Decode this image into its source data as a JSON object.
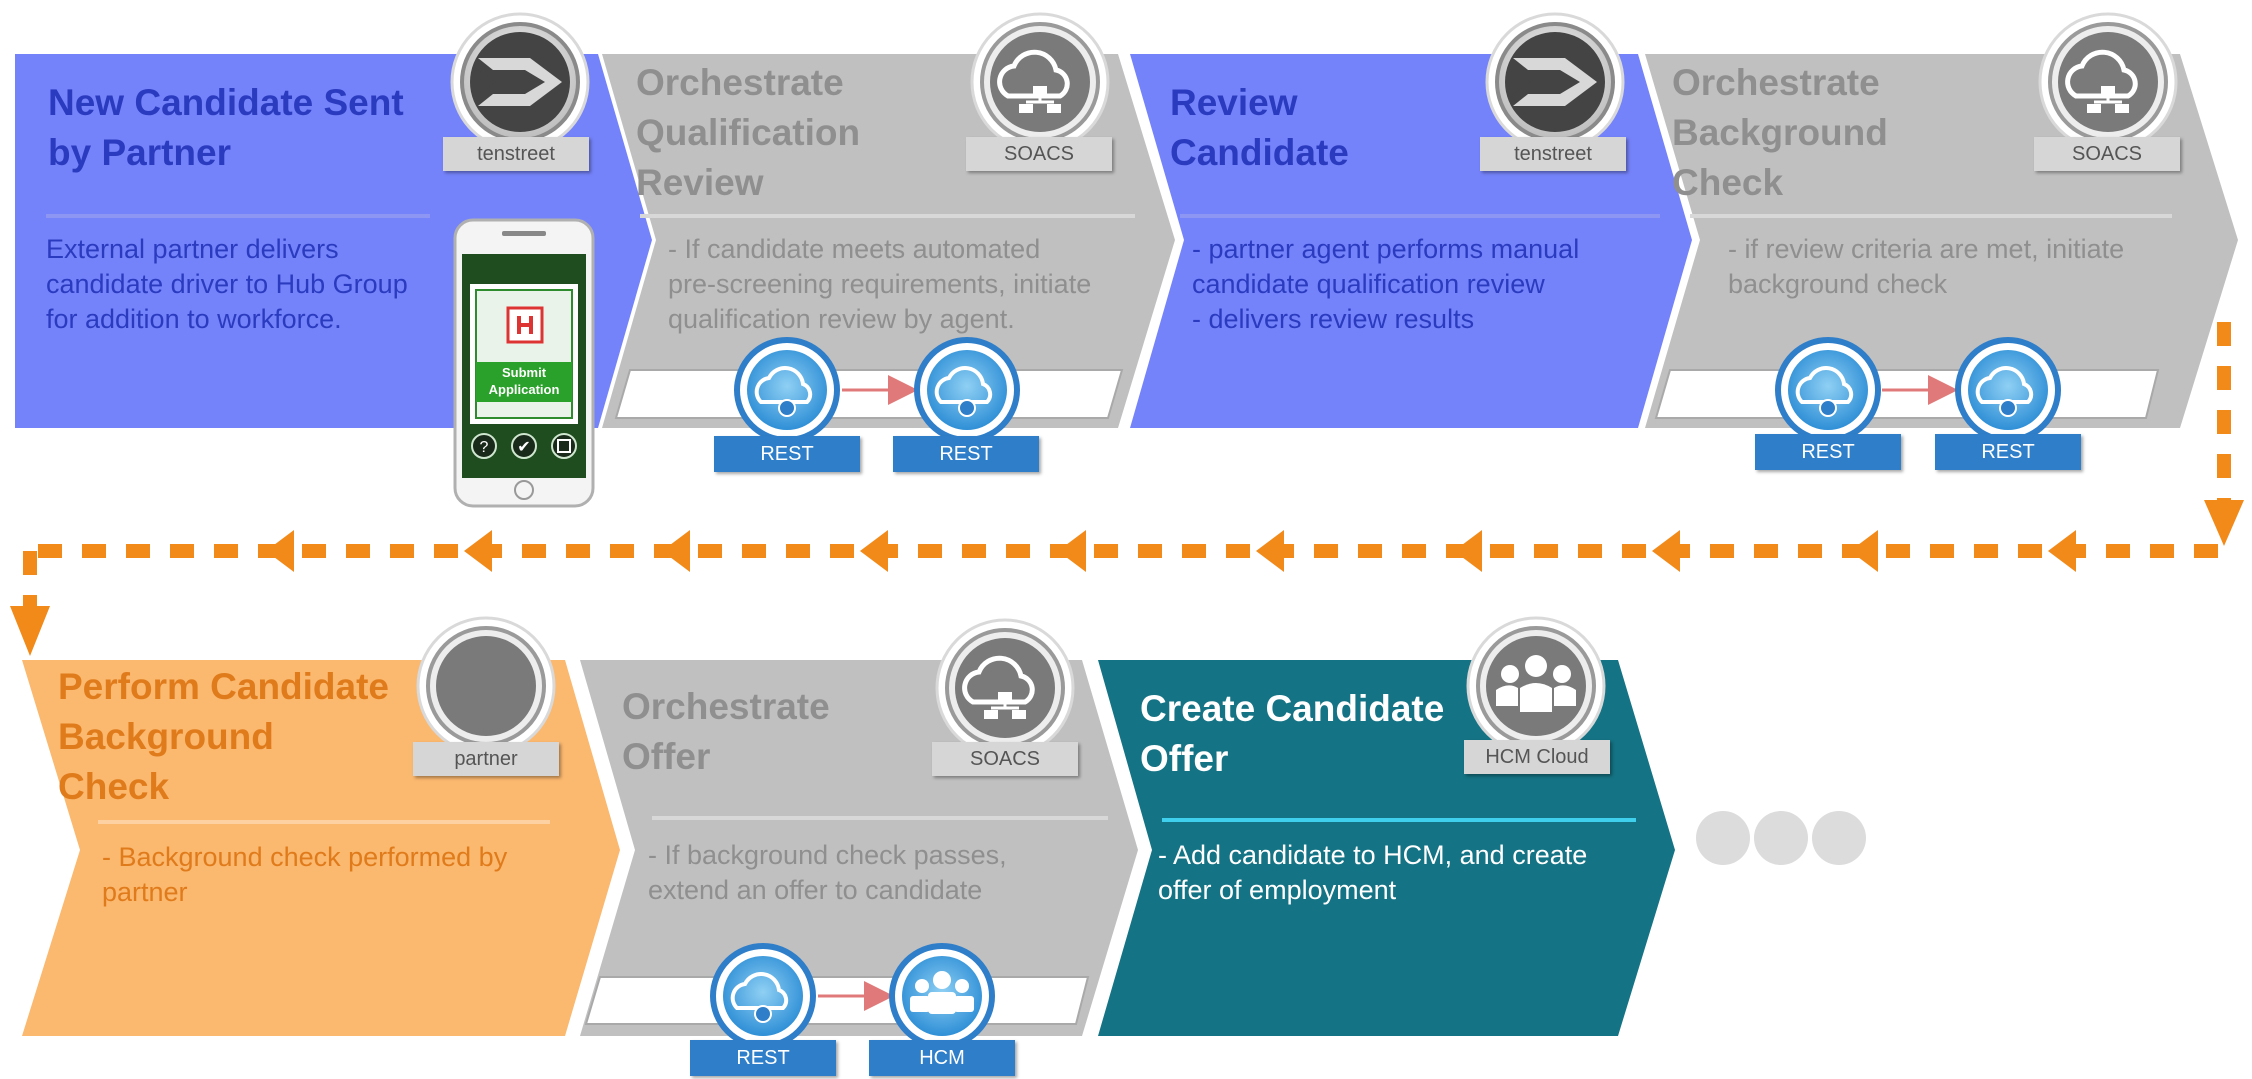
{
  "colors": {
    "blue_step": "#7583fa",
    "blue_title": "#2a3bbf",
    "gray_step": "#c0c0c0",
    "gray_text": "#8f8f8f",
    "orange_step": "#fbb86f",
    "orange_text": "#e07b1b",
    "teal_step": "#147384",
    "teal_accent": "#3fd0ee",
    "connector": "#f28a1a",
    "rest_blue": "#2f7ec9",
    "ellipsis_gray": "#dcdcdc"
  },
  "steps": {
    "s1": {
      "title": "New Candidate Sent\nby Partner",
      "badge": "tenstreet",
      "icon": "tenstreet-logo-icon",
      "body": "External partner delivers\ncandidate driver to Hub Group\nfor addition to workforce."
    },
    "s2": {
      "title": "Orchestrate\n Qualification\n  Review",
      "badge": "SOACS",
      "icon": "cloud-network-icon",
      "body": "- If candidate meets automated\n pre-screening requirements, initiate\nqualification review by agent.",
      "endpoints": [
        "REST",
        "REST"
      ]
    },
    "s3": {
      "title": "Review\n Candidate",
      "badge": "tenstreet",
      "icon": "tenstreet-logo-icon",
      "body": "- partner agent performs manual\n candidate qualification review\n- delivers review results"
    },
    "s4": {
      "title": "Orchestrate\n Background\n  Check",
      "badge": "SOACS",
      "icon": "cloud-network-icon",
      "body": "- if review criteria are met, initiate\nbackground check",
      "endpoints": [
        "REST",
        "REST"
      ]
    },
    "s5": {
      "title": "Perform Candidate\n Background\n  Check",
      "badge": "partner",
      "icon": "partner-circle-icon",
      "body": "- Background check performed by\npartner"
    },
    "s6": {
      "title": "Orchestrate\nOffer",
      "badge": "SOACS",
      "icon": "cloud-network-icon",
      "body": "- If background check passes,\n extend an offer to candidate",
      "endpoints": [
        "REST",
        "HCM"
      ]
    },
    "s7": {
      "title": "Create Candidate\n Offer",
      "badge": "HCM Cloud",
      "icon": "people-group-icon",
      "body": " - Add candidate to HCM, and create\noffer of employment"
    }
  },
  "phone": {
    "button": "Submit\nApplication"
  }
}
